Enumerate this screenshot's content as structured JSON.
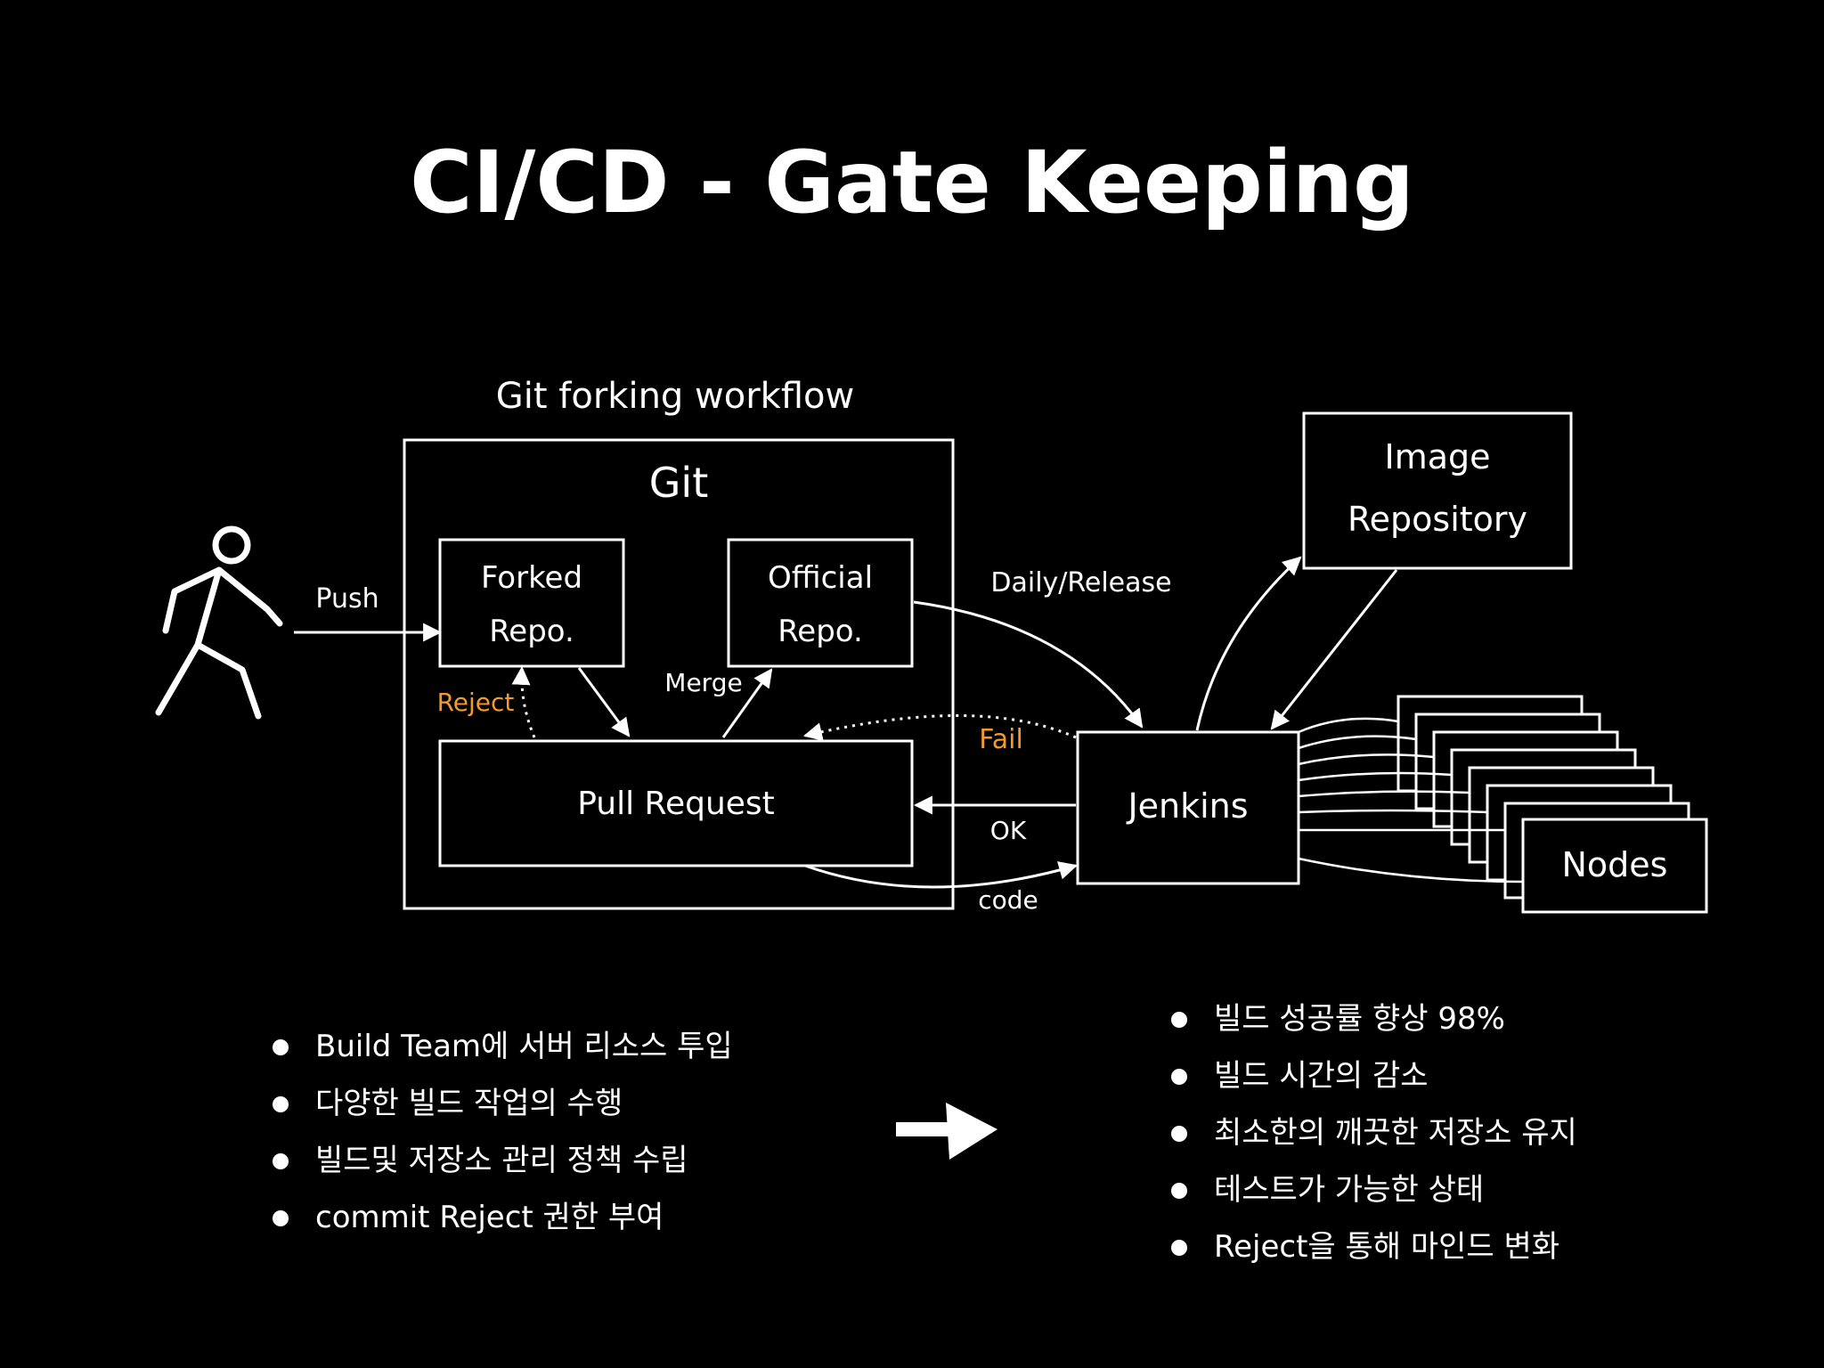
{
  "title": "CI/CD - Gate Keeping",
  "diagram": {
    "group_label": "Git forking workflow",
    "git_label": "Git",
    "nodes": {
      "forked_repo": [
        "Forked",
        "Repo."
      ],
      "official_repo": [
        "Official",
        "Repo."
      ],
      "pull_request": "Pull Request",
      "jenkins": "Jenkins",
      "image_repository": [
        "Image",
        "Repository"
      ],
      "nodes": "Nodes"
    },
    "edges": {
      "push": "Push",
      "reject": "Reject",
      "merge": "Merge",
      "daily_release": "Daily/Release",
      "fail": "Fail",
      "ok": "OK",
      "code": "code"
    },
    "colors": {
      "background": "#000000",
      "stroke": "#ffffff",
      "highlight": "#f39a2b"
    },
    "icons": [
      "walking-person-icon",
      "right-arrow-icon"
    ]
  },
  "left_bullets": [
    "Build Team에 서버 리소스 투입",
    "다양한 빌드 작업의 수행",
    "빌드및 저장소 관리 정책 수립",
    "commit Reject 권한 부여"
  ],
  "right_bullets": [
    "빌드 성공률 향상 98%",
    "빌드 시간의 감소",
    "최소한의 깨끗한 저장소 유지",
    "테스트가 가능한 상태",
    "Reject을 통해 마인드 변화"
  ]
}
